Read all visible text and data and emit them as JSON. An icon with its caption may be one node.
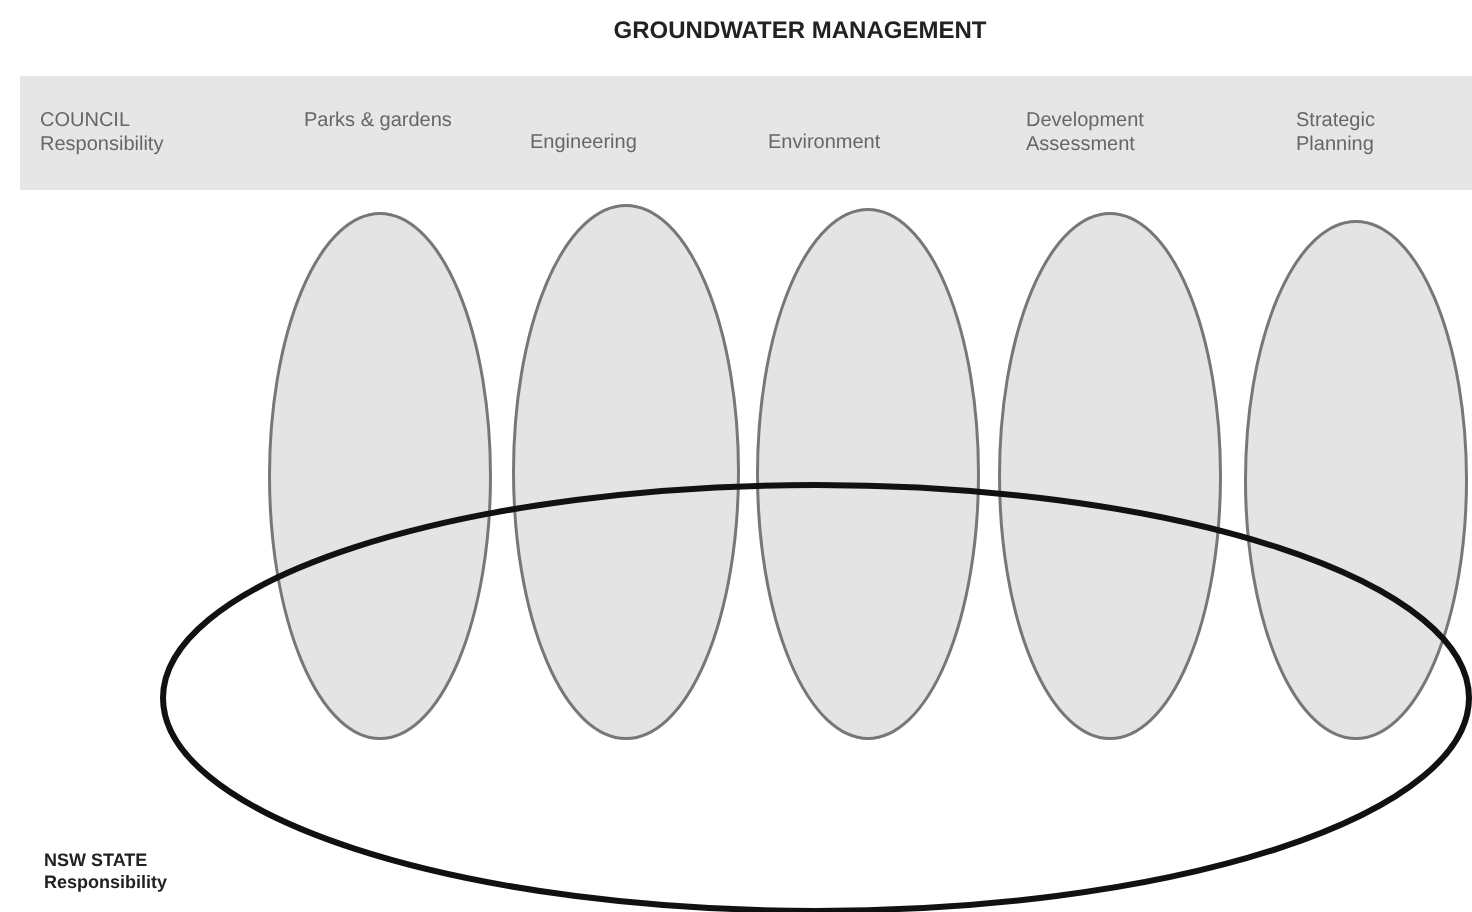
{
  "diagram": {
    "title": "GROUNDWATER MANAGEMENT",
    "nodes": [
      {
        "text": [],
        "shape": "ellipse"
      },
      {
        "text": [],
        "shape": "ellipse"
      },
      {
        "text": [],
        "shape": "ellipse"
      },
      {
        "text": [],
        "shape": "ellipse"
      },
      {
        "text": [],
        "shape": "ellipse"
      },
      {
        "text": [],
        "shape": "ellipse"
      }
    ],
    "edges": [],
    "labels": [
      "COUNCIL Responsibility",
      "Parks & gardens",
      "Engineering",
      "Environment",
      "Development Assessment",
      "Strategic Planning",
      "NSW STATE Responsibility"
    ]
  }
}
